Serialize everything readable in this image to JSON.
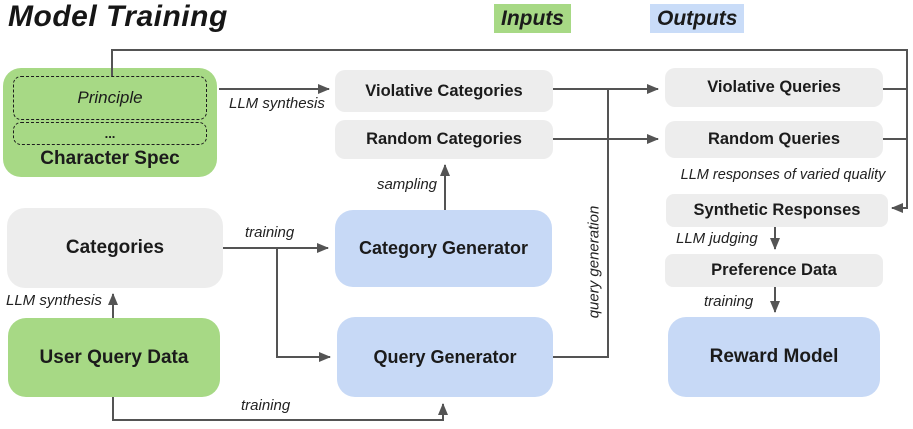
{
  "title": "Model Training",
  "legend": {
    "inputs": "Inputs",
    "outputs": "Outputs"
  },
  "nodes": {
    "character_spec": {
      "label": "Character Spec",
      "principle": "Principle",
      "ellipsis": "..."
    },
    "categories": "Categories",
    "user_query_data": "User Query Data",
    "violative_categories": "Violative Categories",
    "random_categories": "Random Categories",
    "category_generator": "Category Generator",
    "query_generator": "Query Generator",
    "violative_queries": "Violative Queries",
    "random_queries": "Random Queries",
    "synthetic_responses": "Synthetic Responses",
    "preference_data": "Preference Data",
    "reward_model": "Reward Model"
  },
  "edge_labels": {
    "llm_synthesis_principle": "LLM synthesis",
    "llm_synthesis_user_data": "LLM synthesis",
    "sampling": "sampling",
    "training_category_gen": "training",
    "training_query_gen": "training",
    "query_generation": "query generation",
    "llm_responses_varied": "LLM responses of varied quality",
    "llm_judging": "LLM judging",
    "training_reward": "training"
  },
  "colors": {
    "input_green": "#a7d985",
    "output_blue": "#c7d9f6",
    "neutral_gray": "#ededed",
    "arrow_gray": "#545454",
    "text": "#1b1b1b"
  }
}
